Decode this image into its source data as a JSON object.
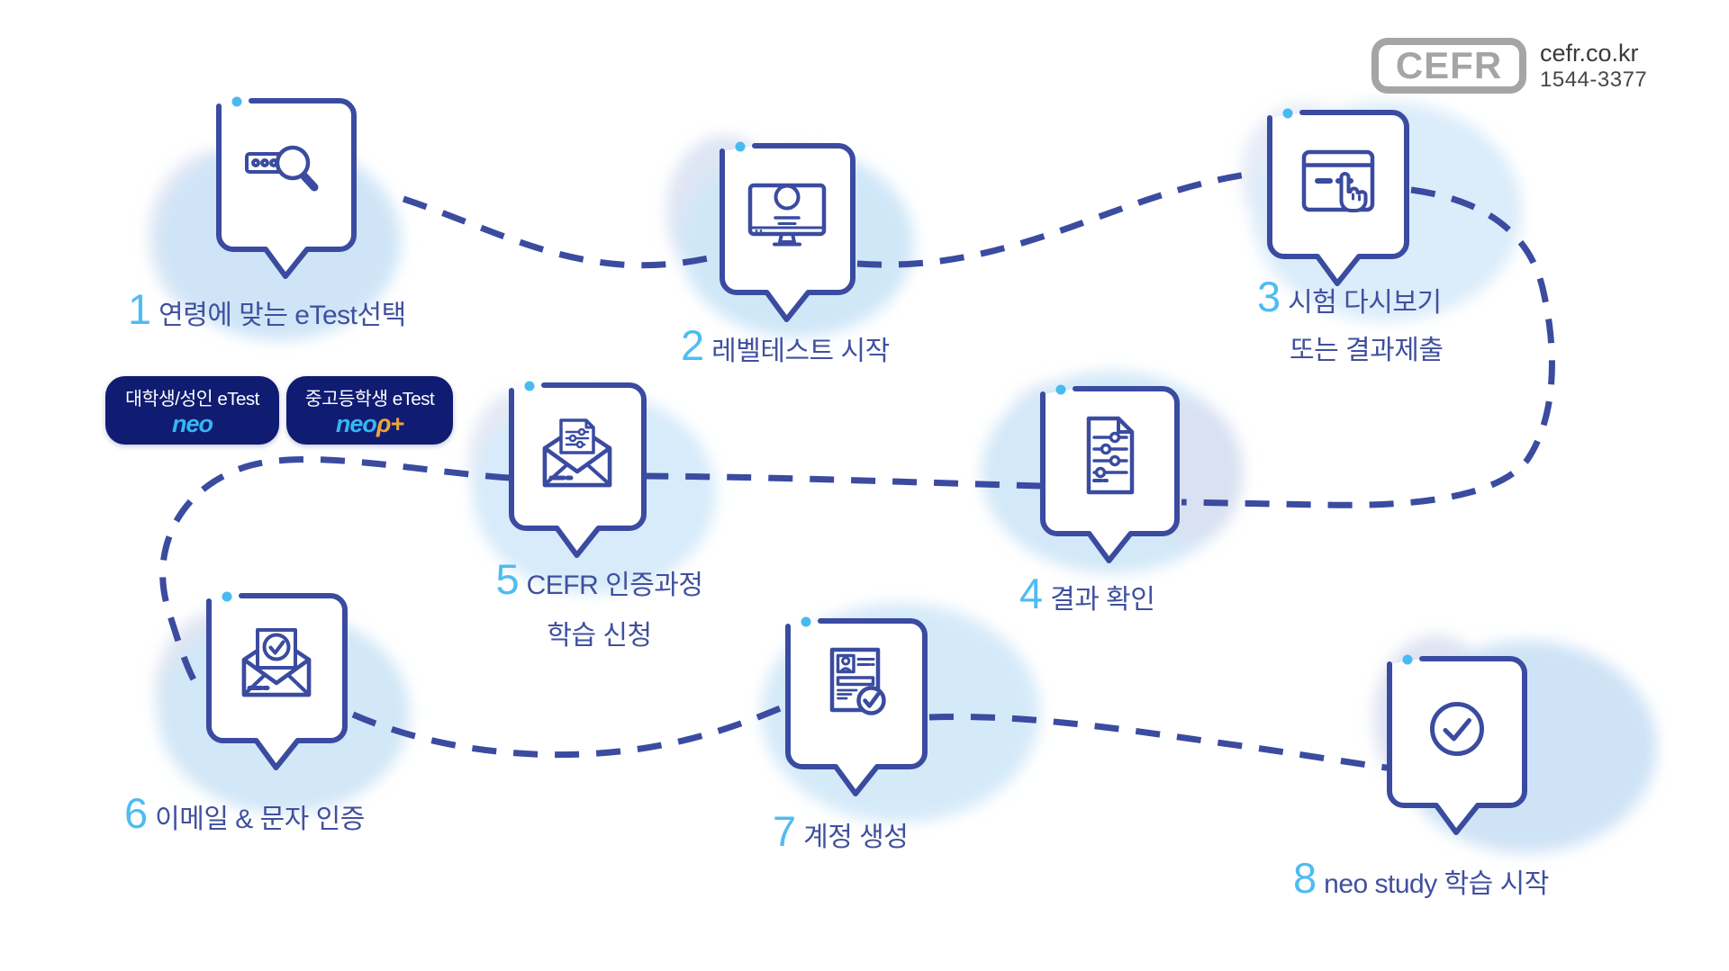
{
  "brand": {
    "logo_text": "CEFR",
    "website": "cefr.co.kr",
    "phone": "1544-3377"
  },
  "steps": [
    {
      "num": "1",
      "label": "연령에 맞는 eTest선택",
      "icon": "search-etest-icon"
    },
    {
      "num": "2",
      "label": "레벨테스트 시작",
      "icon": "level-test-monitor-icon"
    },
    {
      "num": "3",
      "label": "시험 다시보기",
      "label2": "또는 결과제출",
      "icon": "exam-review-click-icon"
    },
    {
      "num": "4",
      "label": "결과 확인",
      "icon": "result-report-icon"
    },
    {
      "num": "5",
      "label": "CEFR 인증과정",
      "label2": "학습 신청",
      "icon": "apply-envelope-icon"
    },
    {
      "num": "6",
      "label": "이메일 & 문자 인증",
      "icon": "email-sms-verify-icon"
    },
    {
      "num": "7",
      "label": "계정 생성",
      "icon": "account-id-card-icon"
    },
    {
      "num": "8",
      "label": "neo study 학습 시작",
      "icon": "complete-check-icon"
    }
  ],
  "etest_buttons": [
    {
      "label": "대학생/성인 eTest",
      "logo": "neo",
      "logo_suffix": ""
    },
    {
      "label": "중고등학생 eTest",
      "logo": "neo",
      "logo_suffix": "ρ+"
    }
  ],
  "colors": {
    "accent_cyan": "#4FBCF2",
    "line_navy": "#3A4BA0",
    "text_navy": "#40509E",
    "button_bg": "#101C72",
    "neo_cyan": "#35B7F2",
    "neo_orange": "#E9A63B",
    "logo_gray": "#A5A5A5",
    "blob_blue": "#D3E8F8",
    "blob_lavender": "#DBE0F1"
  }
}
